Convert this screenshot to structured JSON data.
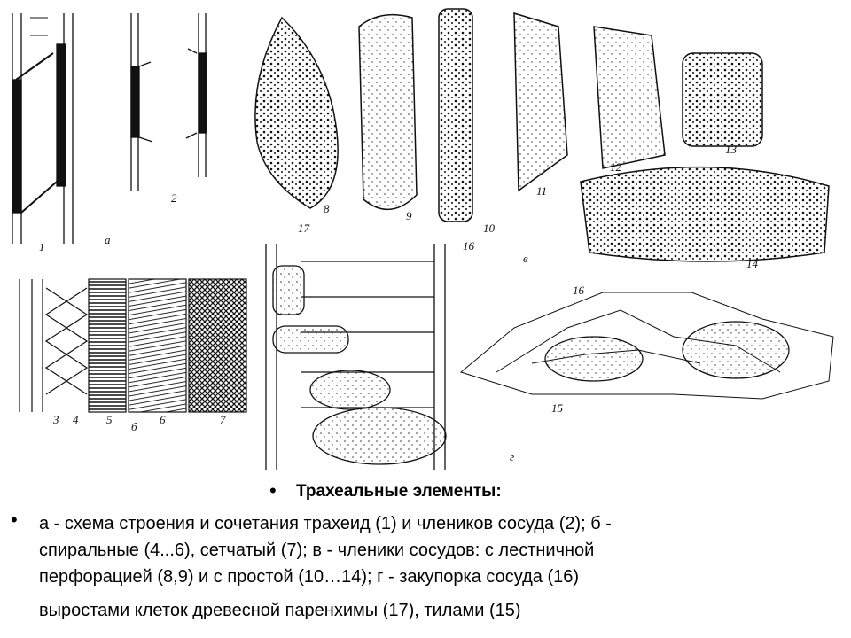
{
  "figure": {
    "labels": {
      "n1": "1",
      "n2": "2",
      "a": "а",
      "n3": "3",
      "n4": "4",
      "n5": "5",
      "b": "б",
      "n6": "6",
      "n7": "7",
      "n8": "8",
      "n9": "9",
      "n10": "10",
      "n11": "11",
      "n12": "12",
      "n13": "13",
      "n14": "14",
      "n15": "15",
      "n16": "16",
      "n16b": "16",
      "n17": "17",
      "v": "в",
      "g": "г"
    }
  },
  "caption": {
    "title": "Трахеальные элементы:",
    "lines": [
      "а - схема строения и сочетания трахеид (1) и члеников сосуда (2); б -",
      "спиральные (4...6), сетчатый (7); в - членики сосудов: с лестничной",
      "перфорацией (8,9) и с простой (10…14); г - закупорка сосуда (16)",
      "выростами клеток древесной паренхимы (17), тилами (15)"
    ]
  }
}
